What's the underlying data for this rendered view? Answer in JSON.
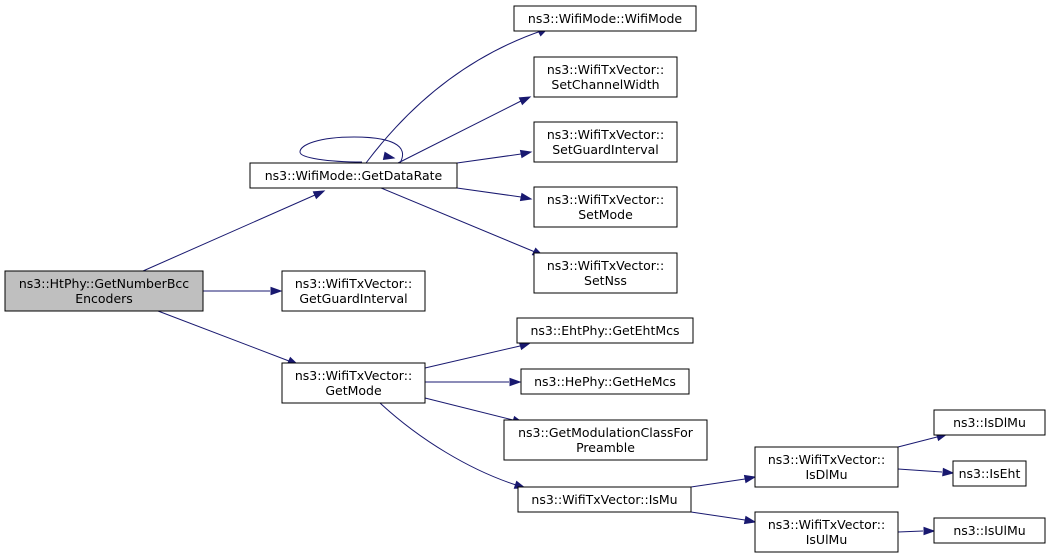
{
  "graph": {
    "nodes": [
      {
        "id": "htphy_getnumberbcc",
        "lines": [
          "ns3::HtPhy::GetNumberBcc",
          "Encoders"
        ],
        "highlight": true
      },
      {
        "id": "wifimode_getdatarate",
        "lines": [
          "ns3::WifiMode::GetDataRate"
        ]
      },
      {
        "id": "wifitxvector_getguardinterval",
        "lines": [
          "ns3::WifiTxVector::",
          "GetGuardInterval"
        ]
      },
      {
        "id": "wifitxvector_getmode",
        "lines": [
          "ns3::WifiTxVector::",
          "GetMode"
        ]
      },
      {
        "id": "wifimode_wifimode",
        "lines": [
          "ns3::WifiMode::WifiMode"
        ]
      },
      {
        "id": "wifitxvector_setchannelwidth",
        "lines": [
          "ns3::WifiTxVector::",
          "SetChannelWidth"
        ]
      },
      {
        "id": "wifitxvector_setguardinterval",
        "lines": [
          "ns3::WifiTxVector::",
          "SetGuardInterval"
        ]
      },
      {
        "id": "wifitxvector_setmode",
        "lines": [
          "ns3::WifiTxVector::",
          "SetMode"
        ]
      },
      {
        "id": "wifitxvector_setnss",
        "lines": [
          "ns3::WifiTxVector::",
          "SetNss"
        ]
      },
      {
        "id": "ehtphy_getehtmcs",
        "lines": [
          "ns3::EhtPhy::GetEhtMcs"
        ]
      },
      {
        "id": "hephy_gethemcs",
        "lines": [
          "ns3::HePhy::GetHeMcs"
        ]
      },
      {
        "id": "getmodulationclassforpreamble",
        "lines": [
          "ns3::GetModulationClassFor",
          "Preamble"
        ]
      },
      {
        "id": "wifitxvector_ismu",
        "lines": [
          "ns3::WifiTxVector::IsMu"
        ]
      },
      {
        "id": "wifitxvector_isdlmu",
        "lines": [
          "ns3::WifiTxVector::",
          "IsDlMu"
        ]
      },
      {
        "id": "wifitxvector_isulmu",
        "lines": [
          "ns3::WifiTxVector::",
          "IsUlMu"
        ]
      },
      {
        "id": "isdlmu",
        "lines": [
          "ns3::IsDlMu"
        ]
      },
      {
        "id": "iseht",
        "lines": [
          "ns3::IsEht"
        ]
      },
      {
        "id": "isulmu",
        "lines": [
          "ns3::IsUlMu"
        ]
      }
    ],
    "edges": [
      {
        "from": "htphy_getnumberbcc",
        "to": "wifimode_getdatarate"
      },
      {
        "from": "htphy_getnumberbcc",
        "to": "wifitxvector_getguardinterval"
      },
      {
        "from": "htphy_getnumberbcc",
        "to": "wifitxvector_getmode"
      },
      {
        "from": "wifimode_getdatarate",
        "to": "wifimode_getdatarate"
      },
      {
        "from": "wifimode_getdatarate",
        "to": "wifimode_wifimode"
      },
      {
        "from": "wifimode_getdatarate",
        "to": "wifitxvector_setchannelwidth"
      },
      {
        "from": "wifimode_getdatarate",
        "to": "wifitxvector_setguardinterval"
      },
      {
        "from": "wifimode_getdatarate",
        "to": "wifitxvector_setmode"
      },
      {
        "from": "wifimode_getdatarate",
        "to": "wifitxvector_setnss"
      },
      {
        "from": "wifitxvector_getmode",
        "to": "ehtphy_getehtmcs"
      },
      {
        "from": "wifitxvector_getmode",
        "to": "hephy_gethemcs"
      },
      {
        "from": "wifitxvector_getmode",
        "to": "getmodulationclassforpreamble"
      },
      {
        "from": "wifitxvector_getmode",
        "to": "wifitxvector_ismu"
      },
      {
        "from": "wifitxvector_ismu",
        "to": "wifitxvector_isdlmu"
      },
      {
        "from": "wifitxvector_ismu",
        "to": "wifitxvector_isulmu"
      },
      {
        "from": "wifitxvector_isdlmu",
        "to": "isdlmu"
      },
      {
        "from": "wifitxvector_isdlmu",
        "to": "iseht"
      },
      {
        "from": "wifitxvector_isulmu",
        "to": "isulmu"
      }
    ]
  }
}
